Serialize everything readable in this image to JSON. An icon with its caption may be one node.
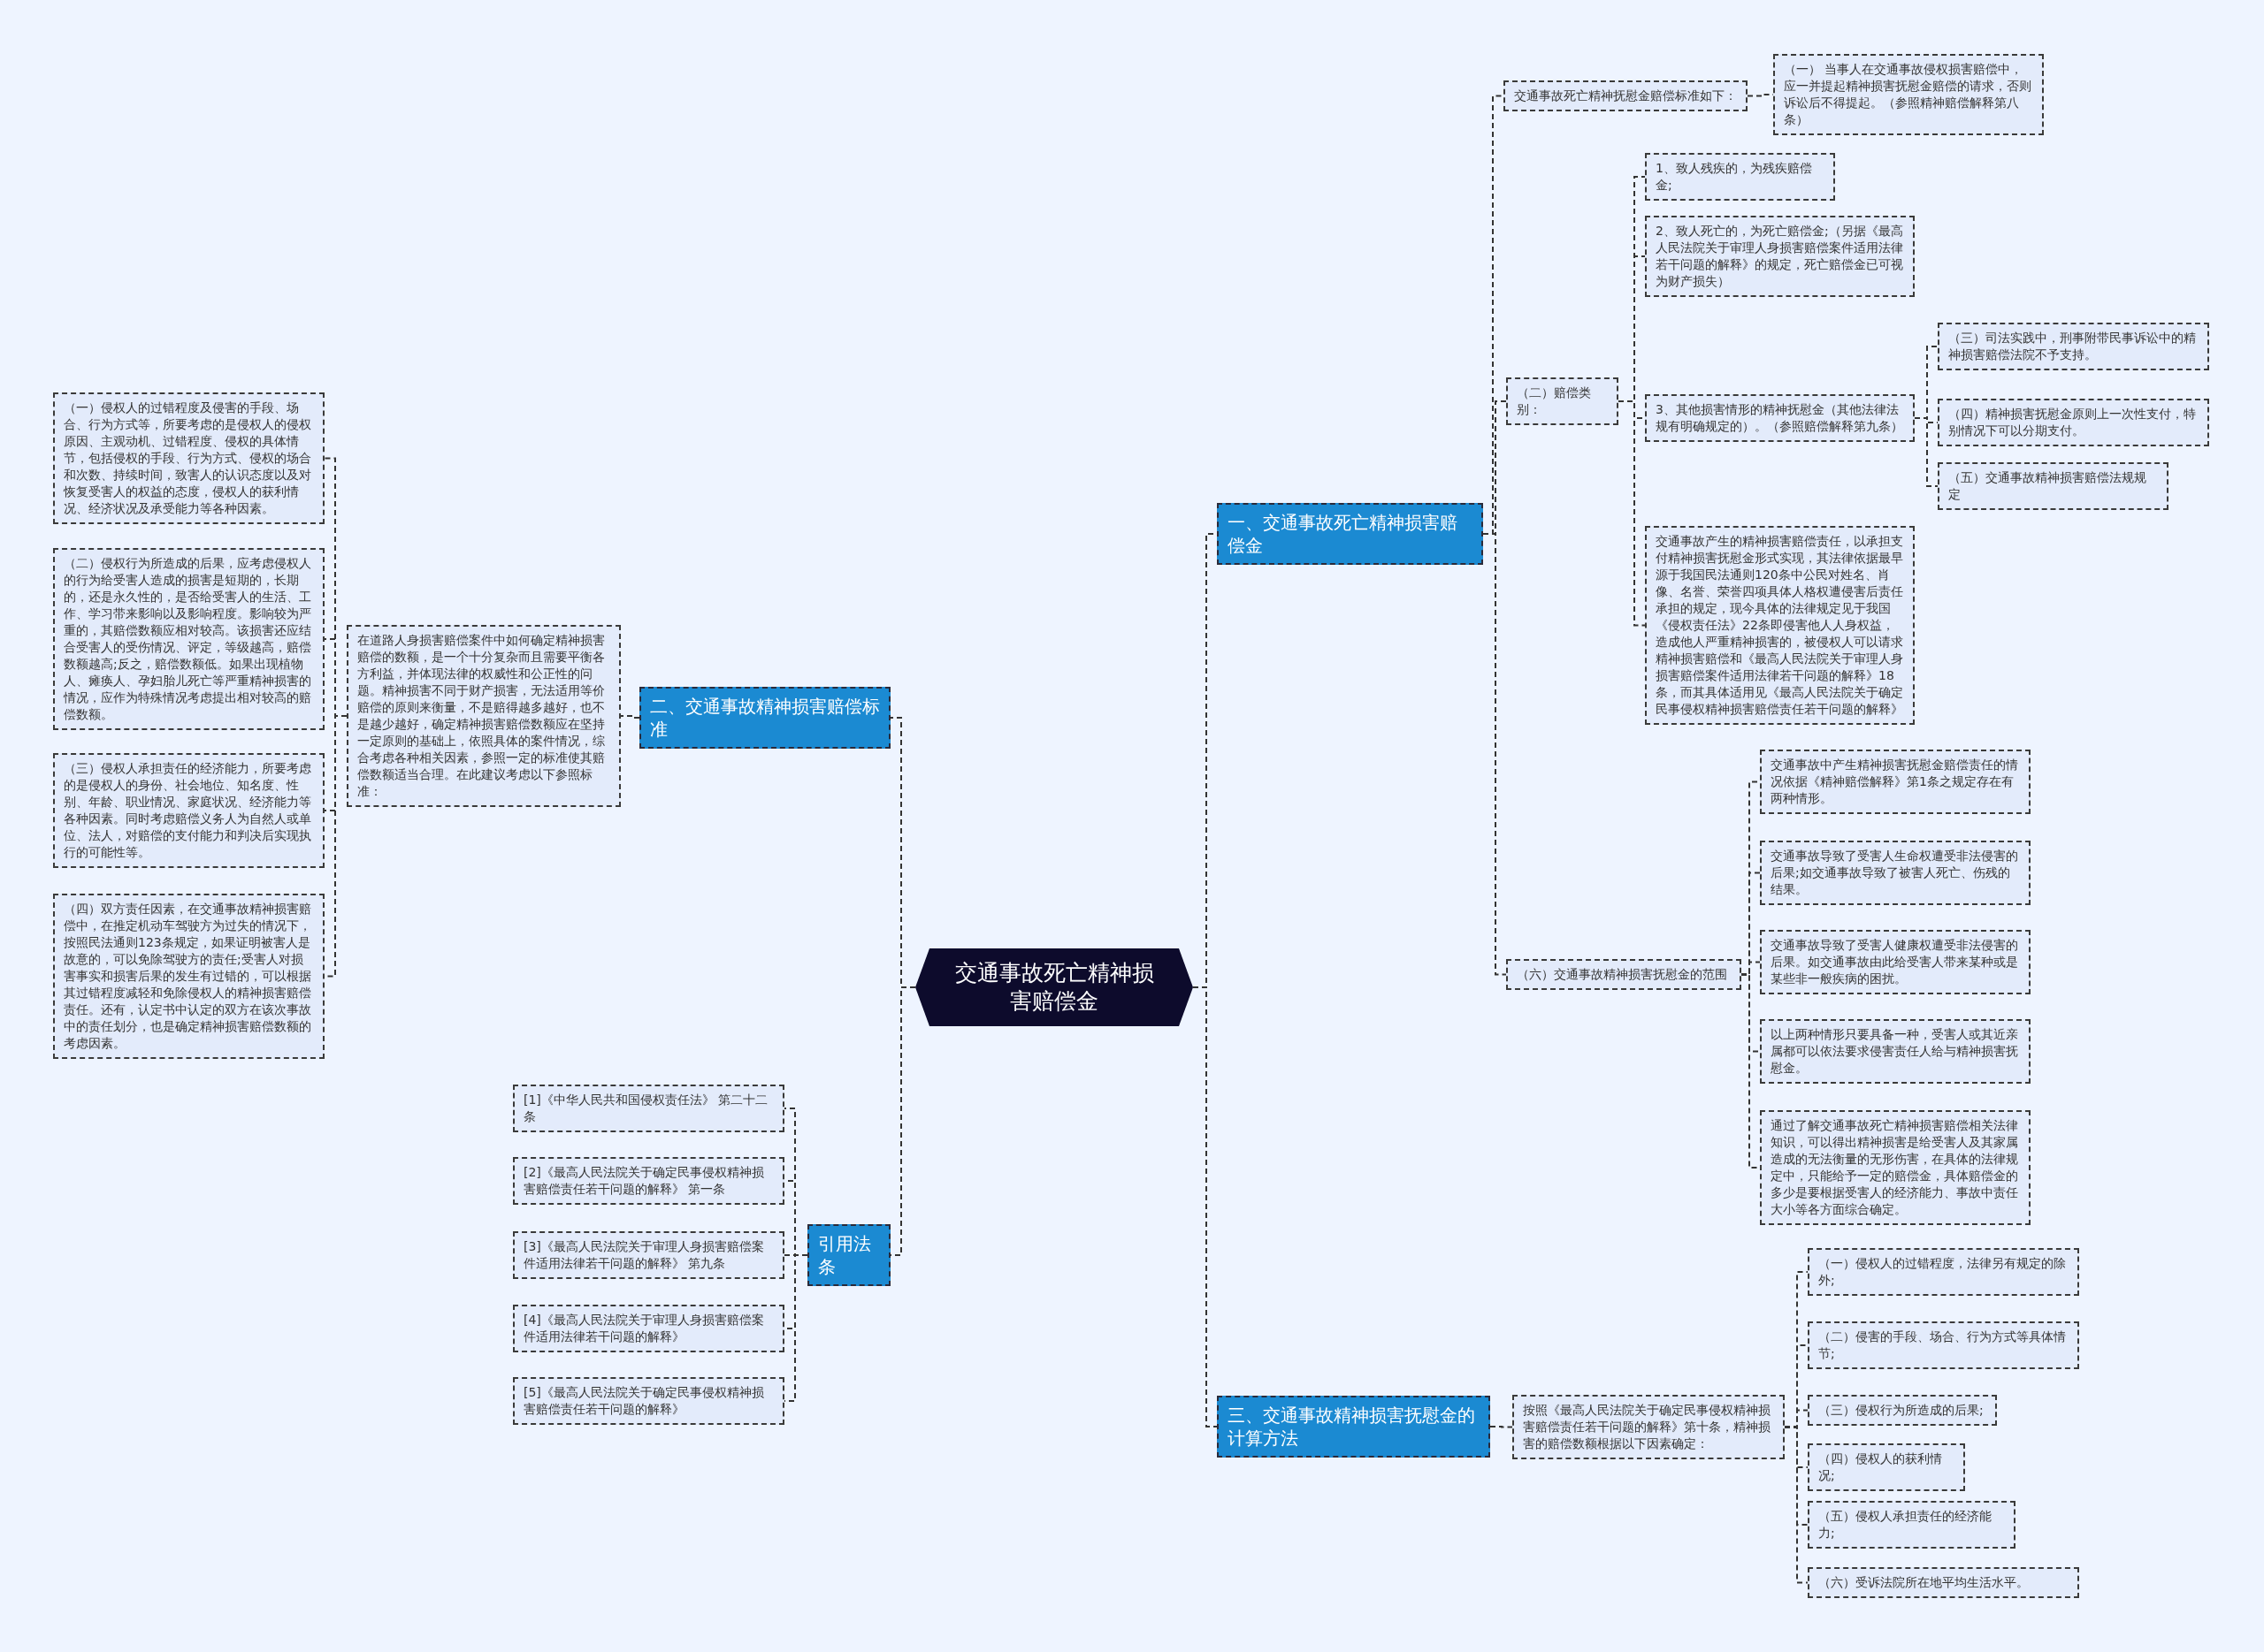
{
  "diagram": {
    "nodes": [
      {
        "text": [
          "交通事故死亡精神损害赔偿金"
        ]
      },
      {
        "text": [
          "一、交通事故死亡精神损害赔偿金"
        ]
      },
      {
        "text": [
          "交通事故死亡精神抚慰金赔偿标准如下："
        ]
      },
      {
        "text": [
          "（一） 当事人在交通事故侵权损害赔偿中，应一并提起精神损害抚慰金赔偿的请求，否则诉讼后不得提起。（参照精神赔偿解释第八条）"
        ]
      },
      {
        "text": [
          "（二）赔偿类别："
        ]
      },
      {
        "text": [
          "1、致人残疾的，为残疾赔偿金;"
        ]
      },
      {
        "text": [
          "2、致人死亡的，为死亡赔偿金;（另据《最高人民法院关于审理人身损害赔偿案件适用法律若干问题的解释》的规定，死亡赔偿金已可视为财产损失）"
        ]
      },
      {
        "text": [
          "3、其他损害情形的精神抚慰金（其他法律法规有明确规定的）。（参照赔偿解释第九条）"
        ]
      },
      {
        "text": [
          "（三）司法实践中，刑事附带民事诉讼中的精神损害赔偿法院不予支持。"
        ]
      },
      {
        "text": [
          "（四）精神损害抚慰金原则上一次性支付，特别情况下可以分期支付。"
        ]
      },
      {
        "text": [
          "（五）交通事故精神损害赔偿法规规定"
        ]
      },
      {
        "text": [
          "交通事故产生的精神损害赔偿责任，以承担支付精神损害抚慰金形式实现，其法律依据最早源于我国民法通则120条中公民对姓名、肖像、名誉、荣誉四项具体人格权遭侵害后责任承担的规定，现今具体的法律规定见于我国《侵权责任法》22条即侵害他人人身权益，造成他人严重精神损害的，被侵权人可以请求精神损害赔偿和《最高人民法院关于审理人身损害赔偿案件适用法律若干问题的解释》18条，而其具体适用见《最高人民法院关于确定民事侵权精神损害赔偿责任若干问题的解释》"
        ]
      },
      {
        "text": [
          "（六）交通事故精神损害抚慰金的范围"
        ]
      },
      {
        "text": [
          "交通事故中产生精神损害抚慰金赔偿责任的情况依据《精神赔偿解释》第1条之规定存在有两种情形。"
        ]
      },
      {
        "text": [
          "交通事故导致了受害人生命权遭受非法侵害的后果;如交通事故导致了被害人死亡、伤残的结果。"
        ]
      },
      {
        "text": [
          "交通事故导致了受害人健康权遭受非法侵害的后果。如交通事故由此给受害人带来某种或是某些非一般疾病的困扰。"
        ]
      },
      {
        "text": [
          "以上两种情形只要具备一种，受害人或其近亲属都可以依法要求侵害责任人给与精神损害抚慰金。"
        ]
      },
      {
        "text": [
          "通过了解交通事故死亡精神损害赔偿相关法律知识，可以得出精神损害是给受害人及其家属造成的无法衡量的无形伤害，在具体的法律规定中，只能给予一定的赔偿金，具体赔偿金的多少是要根据受害人的经济能力、事故中责任大小等各方面综合确定。"
        ]
      },
      {
        "text": [
          "三、交通事故精神损害抚慰金的计算方法"
        ]
      },
      {
        "text": [
          "按照《最高人民法院关于确定民事侵权精神损害赔偿责任若干问题的解释》第十条，精神损害的赔偿数额根据以下因素确定："
        ]
      },
      {
        "text": [
          "（一）侵权人的过错程度，法律另有规定的除外;"
        ]
      },
      {
        "text": [
          "（二）侵害的手段、场合、行为方式等具体情节;"
        ]
      },
      {
        "text": [
          "（三）侵权行为所造成的后果;"
        ]
      },
      {
        "text": [
          "（四）侵权人的获利情况;"
        ]
      },
      {
        "text": [
          "（五）侵权人承担责任的经济能力;"
        ]
      },
      {
        "text": [
          "（六）受诉法院所在地平均生活水平。"
        ]
      },
      {
        "text": [
          "二、交通事故精神损害赔偿标准"
        ]
      },
      {
        "text": [
          "在道路人身损害赔偿案件中如何确定精神损害赔偿的数额，是一个十分复杂而且需要平衡各方利益，并体现法律的权威性和公正性的问题。精神损害不同于财产损害，无法适用等价赔偿的原则来衡量，不是赔得越多越好，也不是越少越好，确定精神损害赔偿数额应在坚持一定原则的基础上，依照具体的案件情况，综合考虑各种相关因素，参照一定的标准使其赔偿数额适当合理。在此建议考虑以下参照标准："
        ]
      },
      {
        "text": [
          "（一）侵权人的过错程度及侵害的手段、场合、行为方式等，所要考虑的是侵权人的侵权原因、主观动机、过错程度、侵权的具体情节，包括侵权的手段、行为方式、侵权的场合和次数、持续时间，致害人的认识态度以及对恢复受害人的权益的态度，侵权人的获利情况、经济状况及承受能力等各种因素。"
        ]
      },
      {
        "text": [
          "（二）侵权行为所造成的后果，应考虑侵权人的行为给受害人造成的损害是短期的，长期的，还是永久性的，是否给受害人的生活、工作、学习带来影响以及影响程度。影响较为严重的，其赔偿数额应相对较高。该损害还应结合受害人的受伤情况、评定，等级越高，赔偿数额越高;反之，赔偿数额低。如果出现植物人、瘫痪人、孕妇胎儿死亡等严重精神损害的情况，应作为特殊情况考虑提出相对较高的赔偿数额。"
        ]
      },
      {
        "text": [
          "（三）侵权人承担责任的经济能力，所要考虑的是侵权人的身份、社会地位、知名度、性别、年龄、职业情况、家庭状况、经济能力等各种因素。同时考虑赔偿义务人为自然人或单位、法人，对赔偿的支付能力和判决后实现执行的可能性等。"
        ]
      },
      {
        "text": [
          "（四）双方责任因素，在交通事故精神损害赔偿中，在推定机动车驾驶方为过失的情况下，按照民法通则123条规定，如果证明被害人是故意的，可以免除驾驶方的责任;受害人对损害事实和损害后果的发生有过错的，可以根据其过错程度减轻和免除侵权人的精神损害赔偿责任。还有，认定书中认定的双方在该次事故中的责任划分，也是确定精神损害赔偿数额的考虑因素。"
        ]
      },
      {
        "text": [
          "引用法条"
        ]
      },
      {
        "text": [
          "[1]《中华人民共和国侵权责任法》 第二十二条"
        ]
      },
      {
        "text": [
          "[2]《最高人民法院关于确定民事侵权精神损害赔偿责任若干问题的解释》 第一条"
        ]
      },
      {
        "text": [
          "[3]《最高人民法院关于审理人身损害赔偿案件适用法律若干问题的解释》 第九条"
        ]
      },
      {
        "text": [
          "[4]《最高人民法院关于审理人身损害赔偿案件适用法律若干问题的解释》"
        ]
      },
      {
        "text": [
          "[5]《最高人民法院关于确定民事侵权精神损害赔偿责任若干问题的解释》"
        ]
      }
    ],
    "edges": [
      {
        "from": 0,
        "to": 1,
        "arrow": "none"
      },
      {
        "from": 0,
        "to": 26,
        "arrow": "none"
      },
      {
        "from": 0,
        "to": 32,
        "arrow": "none"
      },
      {
        "from": 0,
        "to": 18,
        "arrow": "none"
      },
      {
        "from": 1,
        "to": 2,
        "arrow": "none"
      },
      {
        "from": 1,
        "to": 4,
        "arrow": "none"
      },
      {
        "from": 1,
        "to": 12,
        "arrow": "none"
      },
      {
        "from": 2,
        "to": 3,
        "arrow": "none"
      },
      {
        "from": 4,
        "to": 5,
        "arrow": "none"
      },
      {
        "from": 4,
        "to": 6,
        "arrow": "none"
      },
      {
        "from": 4,
        "to": 7,
        "arrow": "none"
      },
      {
        "from": 4,
        "to": 11,
        "arrow": "none"
      },
      {
        "from": 7,
        "to": 8,
        "arrow": "none"
      },
      {
        "from": 7,
        "to": 9,
        "arrow": "none"
      },
      {
        "from": 7,
        "to": 10,
        "arrow": "none"
      },
      {
        "from": 12,
        "to": 13,
        "arrow": "none"
      },
      {
        "from": 12,
        "to": 14,
        "arrow": "none"
      },
      {
        "from": 12,
        "to": 15,
        "arrow": "none"
      },
      {
        "from": 12,
        "to": 16,
        "arrow": "none"
      },
      {
        "from": 12,
        "to": 17,
        "arrow": "none"
      },
      {
        "from": 18,
        "to": 19,
        "arrow": "none"
      },
      {
        "from": 19,
        "to": 20,
        "arrow": "none"
      },
      {
        "from": 19,
        "to": 21,
        "arrow": "none"
      },
      {
        "from": 19,
        "to": 22,
        "arrow": "none"
      },
      {
        "from": 19,
        "to": 23,
        "arrow": "none"
      },
      {
        "from": 19,
        "to": 24,
        "arrow": "none"
      },
      {
        "from": 19,
        "to": 25,
        "arrow": "none"
      },
      {
        "from": 26,
        "to": 27,
        "arrow": "none"
      },
      {
        "from": 27,
        "to": 28,
        "arrow": "none"
      },
      {
        "from": 27,
        "to": 29,
        "arrow": "none"
      },
      {
        "from": 27,
        "to": 30,
        "arrow": "none"
      },
      {
        "from": 27,
        "to": 31,
        "arrow": "none"
      },
      {
        "from": 32,
        "to": 33,
        "arrow": "none"
      },
      {
        "from": 32,
        "to": 34,
        "arrow": "none"
      },
      {
        "from": 32,
        "to": 35,
        "arrow": "none"
      },
      {
        "from": 32,
        "to": 36,
        "arrow": "none"
      },
      {
        "from": 32,
        "to": 37,
        "arrow": "none"
      }
    ]
  }
}
